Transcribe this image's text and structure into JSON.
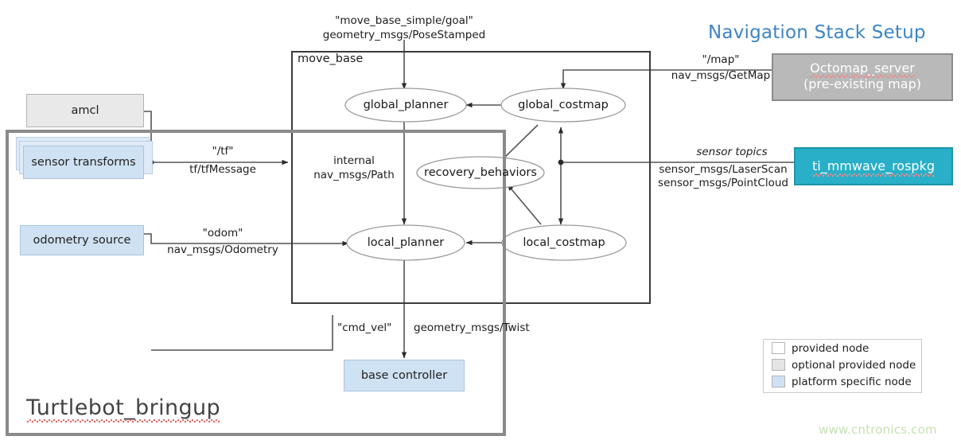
{
  "title": "Navigation Stack Setup",
  "watermark": "www.cntronics.com",
  "groups": {
    "move_base": "move_base",
    "bringup": "Turtlebot_bringup"
  },
  "nodes": {
    "amcl": "amcl",
    "sensor_transforms": "sensor transforms",
    "odometry_source": "odometry source",
    "base_controller": "base controller",
    "octomap_line1": "Octomap_server",
    "octomap_line2": "(pre-existing  map)",
    "mmwave": "ti_mmwave_rospkg"
  },
  "ellipses": {
    "global_planner": "global_planner",
    "global_costmap": "global_costmap",
    "recovery_behaviors": "recovery_behaviors",
    "local_planner": "local_planner",
    "local_costmap": "local_costmap"
  },
  "edges": {
    "goal_topic": "\"move_base_simple/goal\"",
    "goal_type": "geometry_msgs/PoseStamped",
    "map_topic": "\"/map\"",
    "map_type": "nav_msgs/GetMap",
    "tf_topic": "\"/tf\"",
    "tf_type": "tf/tfMessage",
    "odom_topic": "\"odom\"",
    "odom_type": "nav_msgs/Odometry",
    "sensor_topics": "sensor topics",
    "sensor_type1": "sensor_msgs/LaserScan",
    "sensor_type2": "sensor_msgs/PointCloud",
    "internal": "internal",
    "internal_type": "nav_msgs/Path",
    "cmdvel_topic": "\"cmd_vel\"",
    "cmdvel_type": "geometry_msgs/Twist"
  },
  "legend": {
    "items": [
      {
        "label": "provided node",
        "color": "#ffffff"
      },
      {
        "label": "optional provided node",
        "color": "#e4e4e4"
      },
      {
        "label": "platform specific node",
        "color": "#cfe2f3"
      }
    ]
  },
  "colors": {
    "title_blue": "#3d85c6",
    "platform_blue": "#cfe2f3",
    "optional_gray": "#e9e9e9",
    "octomap_gray": "#b9b9b9",
    "mmwave_cyan": "#29b0c8",
    "wire": "#555555",
    "frame_dark": "#3a3a3a",
    "frame_gray": "#8a8a8a",
    "watermark_green": "#c6e0b4"
  }
}
